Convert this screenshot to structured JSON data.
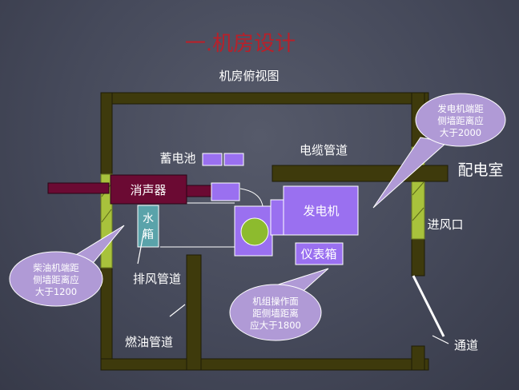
{
  "title": "一.机房设计",
  "subtitle": "机房俯视图",
  "components": {
    "muffler": "消声器",
    "water_tank_line1": "水",
    "water_tank_line2": "箱",
    "generator": "发电机",
    "instrument_box": "仪表箱",
    "battery": "蓄电池"
  },
  "labels": {
    "cable_duct": "电缆管道",
    "distribution_room": "配电室",
    "air_inlet": "进风口",
    "exhaust_pipe": "排风管道",
    "fuel_pipe": "燃油管道",
    "passage": "通道"
  },
  "callouts": {
    "generator_end": [
      "发电机端距",
      "侧墙距离应",
      "大于2000"
    ],
    "diesel_end": [
      "柴油机端距",
      "侧墙距离应",
      "大于1200"
    ],
    "operation_face": [
      "机组操作面",
      "距侧墙距离",
      "应大于1800"
    ]
  },
  "colors": {
    "wall": "#3e3a0c",
    "muffler": "#6b0a33",
    "purple": "#9a70f0",
    "tank": "#5aa3aa",
    "vent": "#a8c23c",
    "circle": "#8dbb2e",
    "callout": "#b09ad6",
    "title": "#b8202a"
  }
}
